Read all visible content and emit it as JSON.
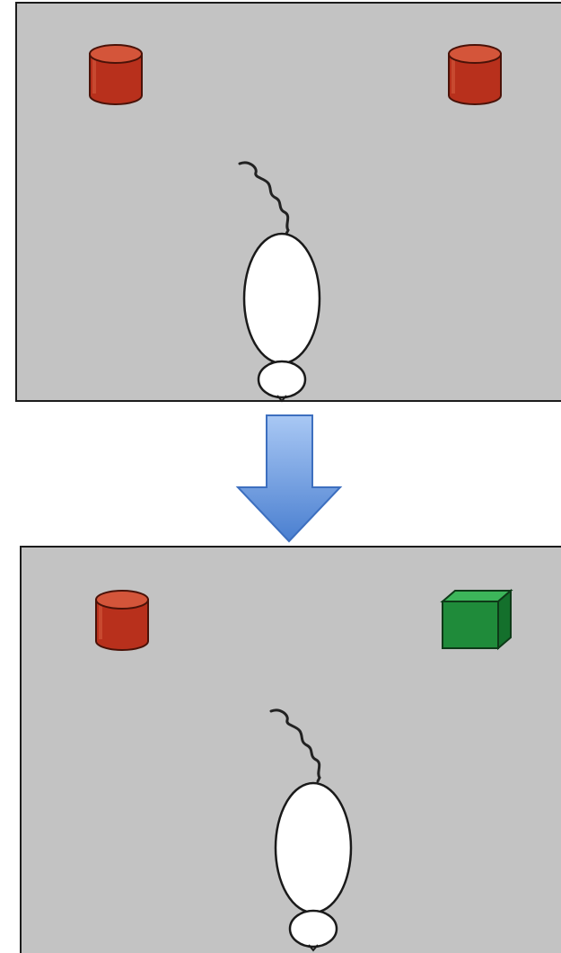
{
  "panels": [
    {
      "id": "familiarization",
      "objects": [
        {
          "position": "left",
          "shape": "cylinder",
          "color_name": "red"
        },
        {
          "position": "right",
          "shape": "cylinder",
          "color_name": "red"
        }
      ]
    },
    {
      "id": "test",
      "objects": [
        {
          "position": "left",
          "shape": "cylinder",
          "color_name": "red"
        },
        {
          "position": "right",
          "shape": "cube",
          "color_name": "green"
        }
      ]
    }
  ],
  "arrow": {
    "direction": "down",
    "icon": "down-arrow-icon"
  },
  "colors": {
    "arena": "#c3c3c3",
    "arena_border": "#1c1c1c",
    "cylinder_red": "#c0321e",
    "cube_green": "#1f8b3a",
    "arrow_blue": "#5b8fd8",
    "mouse_body": "#ffffff"
  }
}
